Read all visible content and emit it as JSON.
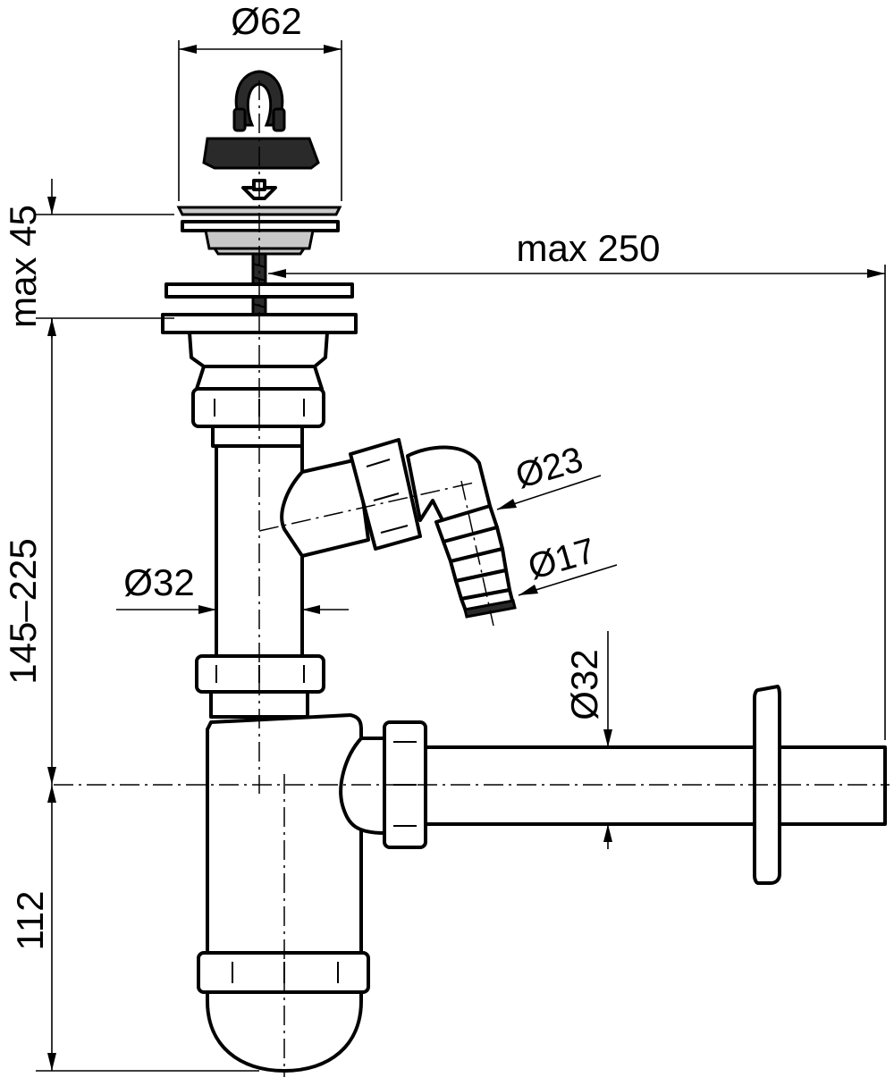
{
  "dimensions": {
    "top_diameter": "Ø62",
    "height_top": "max 45",
    "length": "max 250",
    "height_mid": "145–225",
    "inlet_diameter": "Ø23",
    "hose_diameter": "Ø17",
    "pipe_diameter": "Ø32",
    "outlet_diameter": "Ø32",
    "height_bottom": "112"
  }
}
